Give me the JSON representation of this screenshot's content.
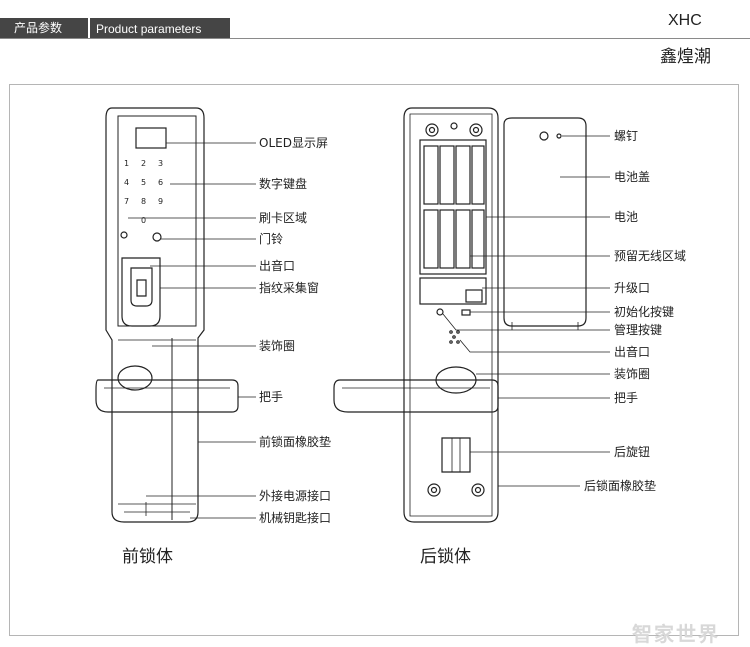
{
  "header": {
    "title_cn": "产品参数",
    "title_en": "Product parameters"
  },
  "brand": {
    "latin": "XHC",
    "chinese": "鑫煌潮"
  },
  "front": {
    "caption": "前锁体",
    "labels": [
      "OLED显示屏",
      "数字键盘",
      "刷卡区域",
      "门铃",
      "出音口",
      "指纹采集窗",
      "装饰圈",
      "把手",
      "前锁面橡胶垫",
      "外接电源接口",
      "机械钥匙接口"
    ],
    "keys": [
      "1",
      "2",
      "3",
      "4",
      "5",
      "6",
      "7",
      "8",
      "9",
      "0"
    ]
  },
  "back": {
    "caption": "后锁体",
    "labels": [
      "螺钉",
      "电池盖",
      "电池",
      "预留无线区域",
      "升级口",
      "初始化按键",
      "管理按键",
      "出音口",
      "装饰圈",
      "把手",
      "后旋钮",
      "后锁面橡胶垫"
    ]
  },
  "watermark": "智家世界",
  "colors": {
    "header_bar": "#454545",
    "line": "#222222"
  }
}
